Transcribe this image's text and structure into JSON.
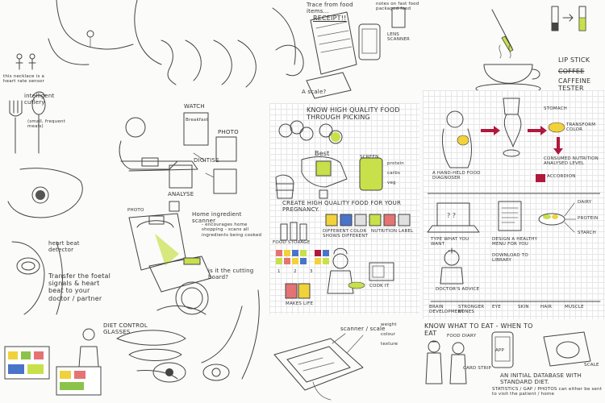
{
  "colors": {
    "accent_green": "#c8e04a",
    "accent_red": "#b0183c",
    "accent_blue": "#4a74c9",
    "accent_yellow": "#f1d23a",
    "paper": "#fbfbf9",
    "ink": "#333333",
    "grid_line": "#e6e6e6"
  },
  "sketch_left": {
    "necklace_note": "this necklace is a heart rate sensor",
    "cutlery_title": "intelligent cutlery",
    "cutlery_sub": "(small, frequent meals)",
    "watch_label": "WATCH",
    "breakfast_label": "Breakfast",
    "photo_label": "PHOTO",
    "digitise_label": "DIGITISE",
    "analyse_label": "ANALYSE",
    "heart_beat_label": "heart beat detector",
    "transfer_note": "Transfer the foetal signals & heart beat to your doctor / partner",
    "diet_control_label": "DIET CONTROL GLASSES",
    "photo_tag": "PHOTO",
    "home_scanner_title": "Home ingredient scanner",
    "home_scanner_note": "- encourages home shopping - scans all ingredients being cooked",
    "cutting_board_note": "is it the cutting board?",
    "weight_label": "weight",
    "colour_label": "colour",
    "texture_label": "texture",
    "scanner_label": "scanner / scale"
  },
  "sketch_top_mid": {
    "receipt_note": "Trace from food items...",
    "receipt_label": "RECEIPT!!",
    "lens_label": "LENS SCANNER",
    "notes_label": "notes on fast food packaged food",
    "scale_q": "A scale?",
    "lipstick_label": "LIP STICK",
    "coffee_label": "COFFEE",
    "caffeine_label": "CAFFEINE TESTER"
  },
  "grid_panel_1": {
    "title": "KNOW HIGH QUALITY FOOD THROUGH PICKING",
    "caption": "CREATE HIGH QUALITY FOOD FOR YOUR PREGNANCY.",
    "screen_label": "SCREEN",
    "bucket_labels": [
      "protein",
      "carbs",
      "veg"
    ],
    "best_label": "Best",
    "food_storage": "FOOD STORAGE",
    "different_color": "DIFFERENT COLOR SHOWS DIFFERENT",
    "nutrition_label": "NUTRITION LABEL",
    "step_labels": [
      "1",
      "2",
      "3"
    ],
    "chef_label": "COOK IT",
    "makes_label": "MAKES LIFE"
  },
  "grid_panel_2": {
    "food_brought": "A HAND-HELD FOOD DIAGNOSER",
    "stomach_label": "STOMACH",
    "color_label": "TRANSFORM COLOR",
    "nutrition_analysis": "CONSUMED NUTRITION ANALYSED LEVEL",
    "accordion_label": "ACCORDION",
    "what_you_want": "TYPE WHAT YOU WANT",
    "design_label": "DESIGN A HEALTHY MENU FOR YOU",
    "download_label": "DOWNLOAD TO LIBRARY",
    "doctor_label": "DOCTOR'S ADVICE",
    "legend_items": [
      "DAIRY",
      "PROTEIN",
      "STARCH"
    ],
    "timeline": [
      "BRAIN DEVELOPMENT",
      "STRONGER BONES",
      "EYE",
      "SKIN",
      "HAIR",
      "MUSCLE"
    ]
  },
  "sketch_bottom_right": {
    "title": "KNOW WHAT TO EAT - WHEN TO EAT",
    "text_note": "FOOD DIARY",
    "app_label": "APP",
    "card_label": "CARD STRIP",
    "scale_label": "SCALE",
    "database_note": "AN INITIAL DATABASE WITH STANDARD DIET.",
    "feedback_note": "STATISTICS / GAP / PHOTOS can either be sent to visit the patient / home"
  }
}
